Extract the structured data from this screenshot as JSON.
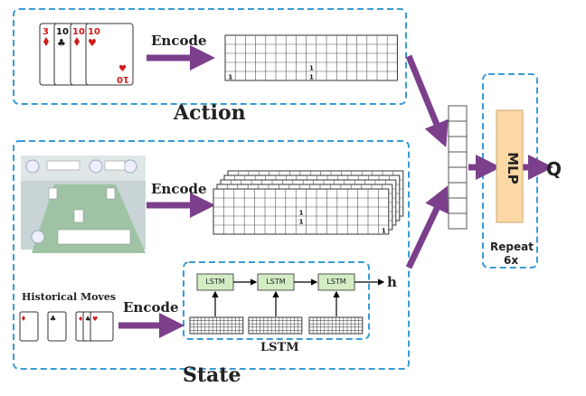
{
  "labels": {
    "action": "Action",
    "state": "State",
    "encode_action": "Encode",
    "encode_state": "Encode",
    "encode_history": "Encode",
    "historical_moves": "Historical Moves",
    "lstm_caption": "LSTM",
    "lstm_cell": "LSTM",
    "h": "h",
    "q": "Q",
    "mlp": "MLP",
    "repeat_line1": "Repeat",
    "repeat_line2": "6x"
  },
  "action_cards": [
    "3",
    "10",
    "10",
    "10"
  ],
  "action_card_corner": "10",
  "matrix_ones": [
    "1",
    "1",
    "1"
  ],
  "colors": {
    "dashed_border": "#3a9bd5",
    "arrow": "#7b3f8c",
    "mlp_fill": "#fcd9a4",
    "lstm_fill": "#d4ecc4",
    "table_green": "#9fc3a4",
    "card_red": "#d11a1a"
  }
}
